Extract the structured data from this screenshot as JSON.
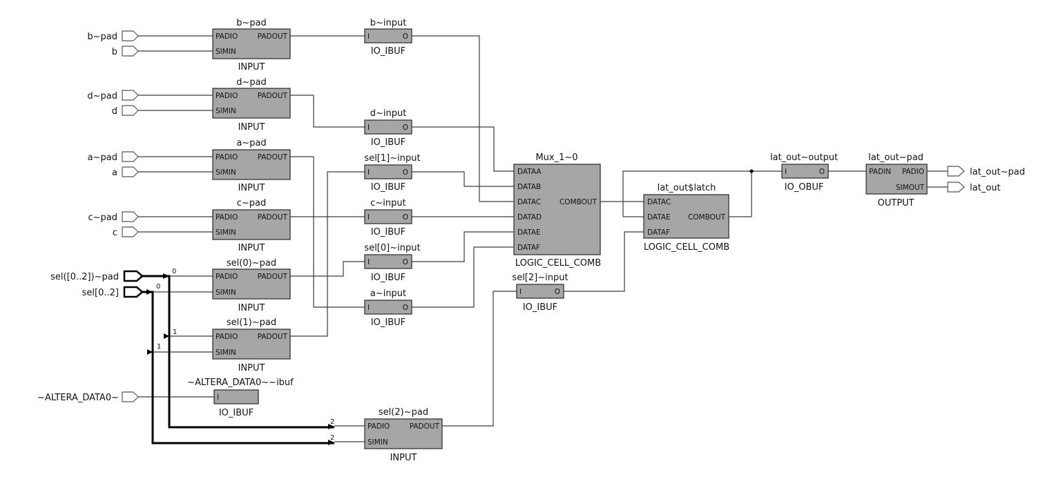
{
  "inputs": {
    "b_pad": "b~pad",
    "b": "b",
    "d_pad": "d~pad",
    "d": "d",
    "a_pad": "a~pad",
    "a": "a",
    "c_pad": "c~pad",
    "c": "c",
    "sel_pad_bus": "sel([0..2])~pad",
    "sel_bus": "sel[0..2]",
    "altera": "~ALTERA_DATA0~"
  },
  "outputs": {
    "lat_out_pad": "lat_out~pad",
    "lat_out": "lat_out"
  },
  "pads": {
    "b": {
      "title": "b~pad",
      "type": "INPUT"
    },
    "d": {
      "title": "d~pad",
      "type": "INPUT"
    },
    "a": {
      "title": "a~pad",
      "type": "INPUT"
    },
    "c": {
      "title": "c~pad",
      "type": "INPUT"
    },
    "sel0": {
      "title": "sel(0)~pad",
      "type": "INPUT"
    },
    "sel1": {
      "title": "sel(1)~pad",
      "type": "INPUT"
    },
    "sel2": {
      "title": "sel(2)~pad",
      "type": "INPUT"
    }
  },
  "pad_ports": {
    "padio": "PADIO",
    "simin": "SIMIN",
    "padout": "PADOUT"
  },
  "ibufs": {
    "b": {
      "title": "b~input",
      "type": "IO_IBUF"
    },
    "d": {
      "title": "d~input",
      "type": "IO_IBUF"
    },
    "sel1": {
      "title": "sel[1]~input",
      "type": "IO_IBUF"
    },
    "c": {
      "title": "c~input",
      "type": "IO_IBUF"
    },
    "sel0": {
      "title": "sel[0]~input",
      "type": "IO_IBUF"
    },
    "a": {
      "title": "a~input",
      "type": "IO_IBUF"
    },
    "sel2": {
      "title": "sel[2]~input",
      "type": "IO_IBUF"
    },
    "altera": {
      "title": "~ALTERA_DATA0~~ibuf",
      "type": "IO_IBUF"
    }
  },
  "buf_ports": {
    "i": "I",
    "o": "O"
  },
  "mux": {
    "title": "Mux_1~0",
    "type": "LOGIC_CELL_COMB",
    "ports": [
      "DATAA",
      "DATAB",
      "DATAC",
      "DATAD",
      "DATAE",
      "DATAF"
    ],
    "out": "COMBOUT"
  },
  "latch": {
    "title": "lat_out$latch",
    "type": "LOGIC_CELL_COMB",
    "ports": [
      "DATAC",
      "DATAE",
      "DATAF"
    ],
    "out": "COMBOUT"
  },
  "obuf": {
    "title": "lat_out~output",
    "type": "IO_OBUF"
  },
  "outpad": {
    "title": "lat_out~pad",
    "type": "OUTPUT",
    "padin": "PADIN",
    "padio": "PADIO",
    "simout": "SIMOUT"
  },
  "bus_indices": {
    "i0": "0",
    "i1": "1",
    "i2": "2"
  }
}
